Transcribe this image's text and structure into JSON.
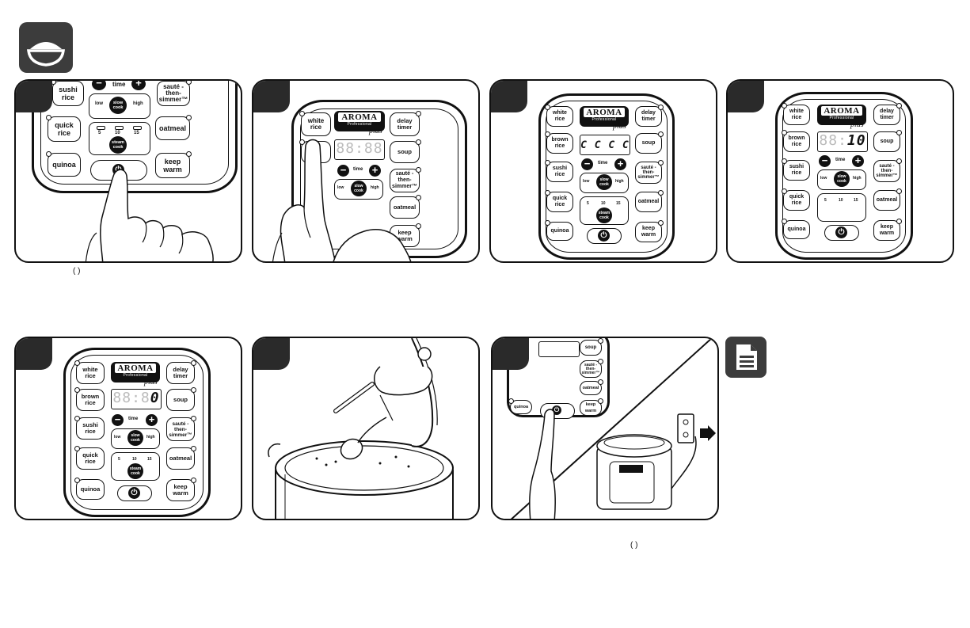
{
  "icons": {
    "header": "rice-bowl-icon",
    "note": "document-icon",
    "power": "power-icon"
  },
  "panel_controls": {
    "brand": "AROMA",
    "series": "Professional",
    "series_suffix": "plus",
    "white_rice": "white rice",
    "brown_rice": "brown rice",
    "sushi_rice": "sushi rice",
    "quick_rice": "quick rice",
    "quinoa": "quinoa",
    "delay_timer": "delay timer",
    "soup": "soup",
    "saute": "sauté -then- simmer™",
    "oatmeal": "oatmeal",
    "keep_warm": "keep warm",
    "time": "time",
    "minus": "−",
    "plus_sign": "+",
    "low": "low",
    "high": "high",
    "slow_cook": "slow cook",
    "steam_cook": "steam cook",
    "t5": "5",
    "t10": "10",
    "t15": "15"
  },
  "displays": {
    "p2": "88:88",
    "p3": "C C C C",
    "p4_dim": "88:",
    "p4_lit": "10",
    "p5_dim": "88:8",
    "p5_lit": "0"
  },
  "captions": {
    "step1": "( )",
    "step7": "( )"
  }
}
